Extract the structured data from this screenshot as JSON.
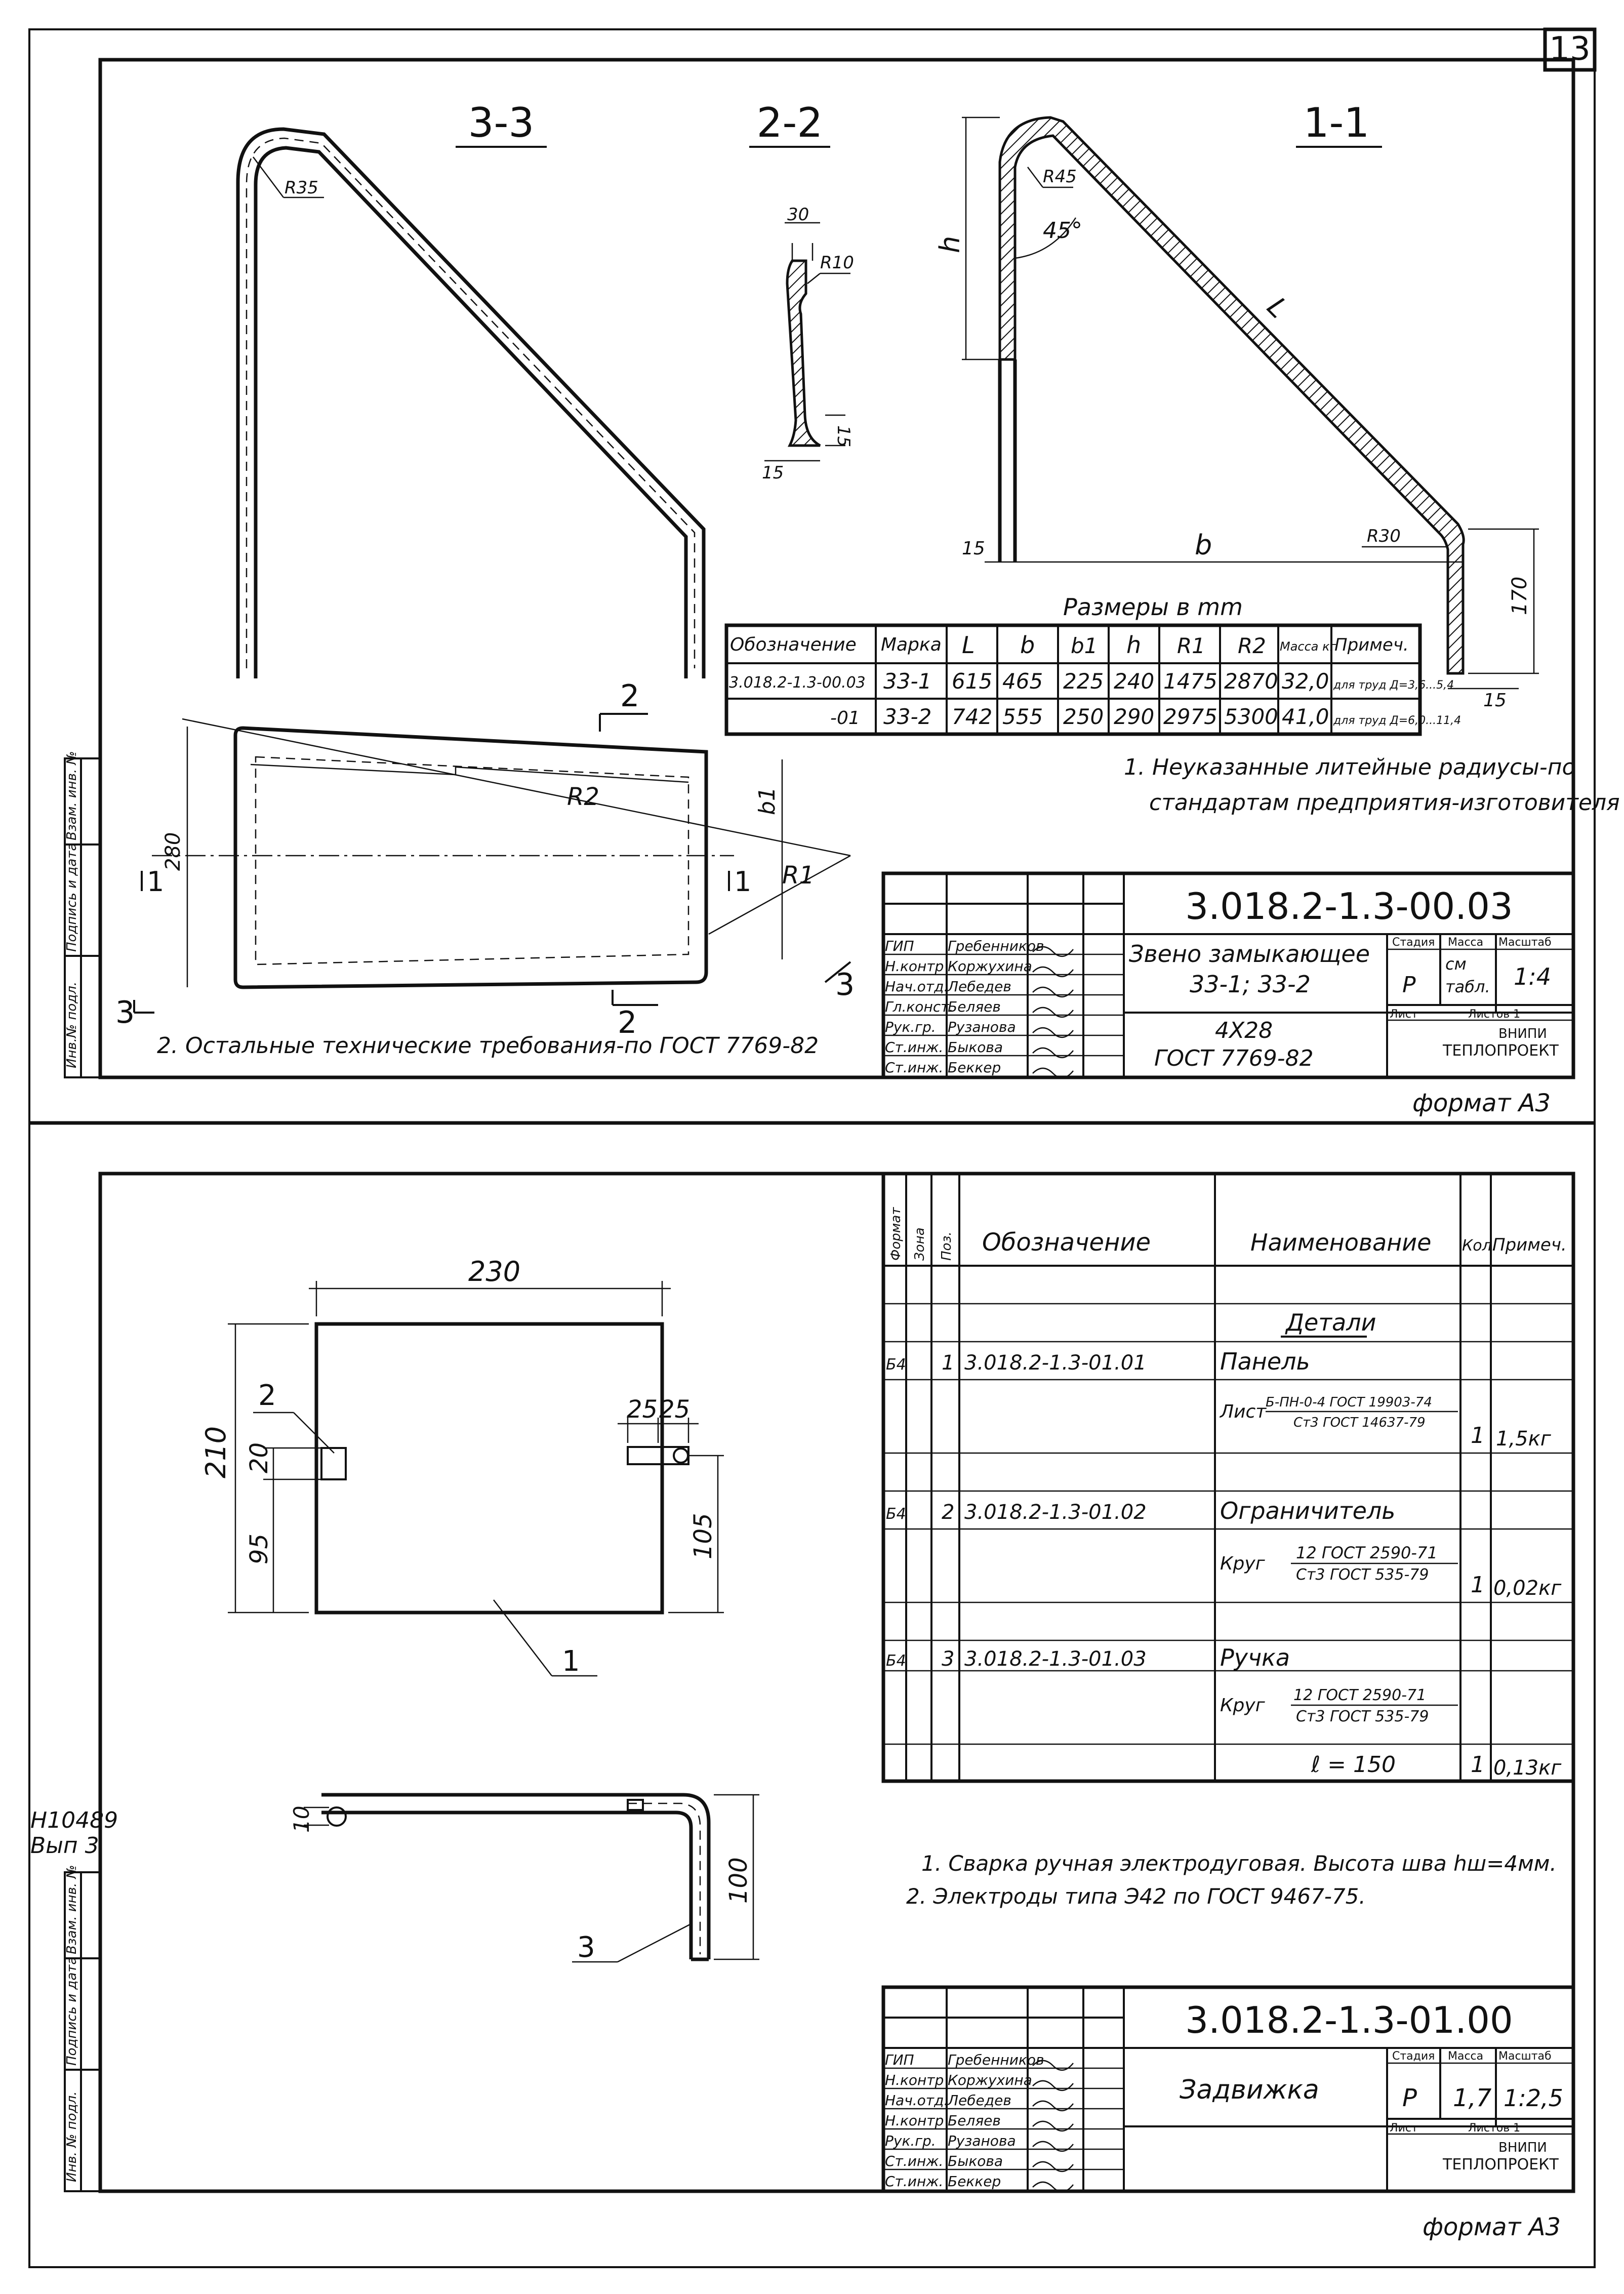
{
  "page_number": "13",
  "top": {
    "section_labels": {
      "s33": "3-3",
      "s22": "2-2",
      "s11": "1-1"
    },
    "view33": {
      "radius": "R35"
    },
    "view22": {
      "top_width": "30",
      "radius": "R10",
      "vert": "15",
      "horiz": "15"
    },
    "view11": {
      "radius_top": "R45",
      "angle": "45°",
      "h": "h",
      "L": "L",
      "b": "b",
      "base": "15",
      "radius_bottom": "R30",
      "height": "170",
      "foot": "15"
    },
    "plan": {
      "dim_280": "280",
      "R2": "R2",
      "b1": "b1",
      "R1": "R1",
      "cut1": "1",
      "cut2": "2",
      "cut3": "3"
    },
    "dims_table": {
      "title": "Размеры в mm",
      "headers": [
        "Обозначение",
        "Марка",
        "L",
        "b",
        "b1",
        "h",
        "R1",
        "R2",
        "Масса кг",
        "Примеч."
      ],
      "rows": [
        [
          "3.018.2-1.3-00.03",
          "33-1",
          "615",
          "465",
          "225",
          "240",
          "1475",
          "2870",
          "32,0",
          "для труд Д=3,6...5,4"
        ],
        [
          "-01",
          "33-2",
          "742",
          "555",
          "250",
          "290",
          "2975",
          "5300",
          "41,0",
          "для труд Д=6,0...11,4"
        ]
      ]
    },
    "notes": [
      "1. Неуказанные литейные радиусы-по",
      "стандартам предприятия-изготовителя",
      "2. Остальные технические требования-по ГОСТ 7769-82"
    ],
    "stamp": {
      "doc_number": "3.018.2-1.3-00.03",
      "name_line1": "Звено замыкающее",
      "name_line2": "33-1; 33-2",
      "material_line1": "4X28",
      "material_line2": "ГОСТ 7769-82",
      "col_stage": "Стадия",
      "col_mass": "Масса",
      "col_scale": "Масштаб",
      "stage": "Р",
      "mass_line1": "см",
      "mass_line2": "табл.",
      "scale": "1:4",
      "sheet": "Лист",
      "sheets": "Листов 1",
      "org_line1": "ВНИПИ",
      "org_line2": "ТЕПЛОПРОЕКТ",
      "people": [
        [
          "ГИП",
          "Гребенников"
        ],
        [
          "Н.контр",
          "Коржухина"
        ],
        [
          "Нач.отд.",
          "Лебедев"
        ],
        [
          "Гл.конст.",
          "Беляев"
        ],
        [
          "Рук.гр.",
          "Рузанова"
        ],
        [
          "Ст.инж.",
          "Быкова"
        ],
        [
          "Ст.инж.",
          "Беккер"
        ]
      ]
    },
    "format": "формат А3",
    "side_labels": [
      "Инв.№ подл.",
      "Подпись и дата",
      "Взам. инв. №"
    ]
  },
  "bottom": {
    "plate_dims": {
      "width": "230",
      "height": "210",
      "d20": "20",
      "d95": "95",
      "d25a": "25",
      "d25b": "25",
      "d105": "105"
    },
    "leaders": {
      "p1": "1",
      "p2": "2",
      "p3": "3"
    },
    "handle_dims": {
      "d10": "10",
      "d100": "100"
    },
    "spec_headers": [
      "Формат",
      "Зона",
      "Поз.",
      "Обозначение",
      "Наименование",
      "Кол.",
      "Примеч."
    ],
    "spec_section": "Детали",
    "spec_items": [
      {
        "fmt": "Б4",
        "pos": "1",
        "code": "3.018.2-1.3-01.01",
        "name": "Панель",
        "mat_prefix": "Лист",
        "mat_top": "Б-ПН-0-4 ГОСТ 19903-74",
        "mat_bot": "Ст3 ГОСТ 14637-79",
        "qty": "1",
        "note": "1,5кг"
      },
      {
        "fmt": "Б4",
        "pos": "2",
        "code": "3.018.2-1.3-01.02",
        "name": "Ограничитель",
        "mat_prefix": "Круг",
        "mat_top": "12 ГОСТ 2590-71",
        "mat_bot": "Ст3 ГОСТ 535-79",
        "qty": "1",
        "note": "0,02кг"
      },
      {
        "fmt": "Б4",
        "pos": "3",
        "code": "3.018.2-1.3-01.03",
        "name": "Ручка",
        "mat_prefix": "Круг",
        "mat_top": "12 ГОСТ 2590-71",
        "mat_bot": "Ст3 ГОСТ 535-79",
        "qty": "1",
        "note": "0,13кг",
        "extra": "ℓ = 150"
      }
    ],
    "notes": [
      "1. Сварка ручная электродуговая. Высота шва hш=4мм.",
      "2. Электроды типа Э42 по ГОСТ 9467-75."
    ],
    "stamp": {
      "doc_number": "3.018.2-1.3-01.00",
      "name": "Задвижка",
      "col_stage": "Стадия",
      "col_mass": "Масса",
      "col_scale": "Масштаб",
      "stage": "Р",
      "mass": "1,7",
      "scale": "1:2,5",
      "sheet": "Лист",
      "sheets": "Листов 1",
      "org_line1": "ВНИПИ",
      "org_line2": "ТЕПЛОПРОЕКТ",
      "people": [
        [
          "ГИП",
          "Гребенников"
        ],
        [
          "Н.контр",
          "Коржухина"
        ],
        [
          "Нач.отд.",
          "Лебедев"
        ],
        [
          "Н.контр",
          "Беляев"
        ],
        [
          "Рук.гр.",
          "Рузанова"
        ],
        [
          "Ст.инж.",
          "Быкова"
        ],
        [
          "Ст.инж.",
          "Беккер"
        ]
      ]
    },
    "format": "формат А3",
    "archive_line1": "Н10489",
    "archive_line2": "Вып 3",
    "side_labels": [
      "Инв. № подл.",
      "Подпись и дата",
      "Взам. инв. №"
    ]
  }
}
